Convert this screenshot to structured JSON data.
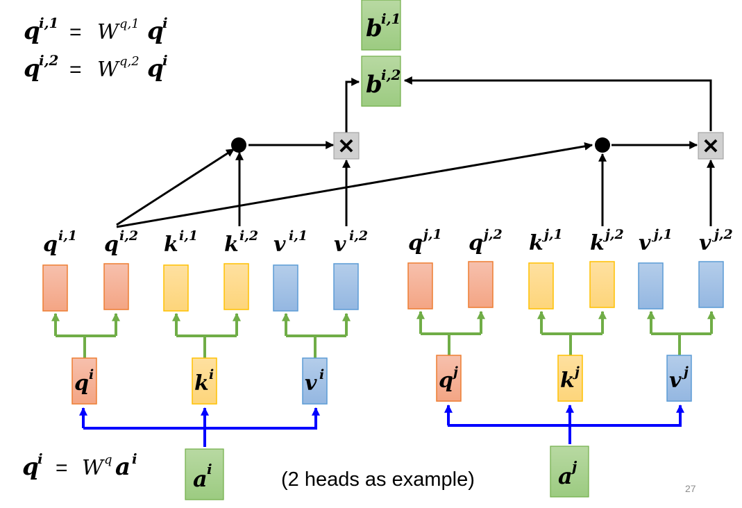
{
  "equations": {
    "top1": {
      "lhs": "q",
      "lhs_sup": "i,1",
      "eq": "=",
      "w": "W",
      "w_sup": "q,1",
      "rhs": "q",
      "rhs_sup": "i"
    },
    "top2": {
      "lhs": "q",
      "lhs_sup": "i,2",
      "eq": "=",
      "w": "W",
      "w_sup": "q,2",
      "rhs": "q",
      "rhs_sup": "i"
    },
    "bottom": {
      "lhs": "q",
      "lhs_sup": "i",
      "eq": "=",
      "w": "W",
      "w_sup": "q",
      "rhs": "a",
      "rhs_sup": "i"
    }
  },
  "outputs": [
    {
      "base": "b",
      "sup": "i,1"
    },
    {
      "base": "b",
      "sup": "i,2"
    }
  ],
  "heads_i": [
    {
      "base": "q",
      "sup": "i,1"
    },
    {
      "base": "q",
      "sup": "i,2"
    },
    {
      "base": "k",
      "sup": "i,1"
    },
    {
      "base": "k",
      "sup": "i,2"
    },
    {
      "base": "v",
      "sup": "i,1"
    },
    {
      "base": "v",
      "sup": "i,2"
    }
  ],
  "heads_j": [
    {
      "base": "q",
      "sup": "j,1"
    },
    {
      "base": "q",
      "sup": "j,2"
    },
    {
      "base": "k",
      "sup": "j,1"
    },
    {
      "base": "k",
      "sup": "j,2"
    },
    {
      "base": "v",
      "sup": "j,1"
    },
    {
      "base": "v",
      "sup": "j,2"
    }
  ],
  "vectors_i": [
    {
      "base": "q",
      "sup": "i"
    },
    {
      "base": "k",
      "sup": "i"
    },
    {
      "base": "v",
      "sup": "i"
    }
  ],
  "vectors_j": [
    {
      "base": "q",
      "sup": "j"
    },
    {
      "base": "k",
      "sup": "j"
    },
    {
      "base": "v",
      "sup": "j"
    }
  ],
  "inputs": [
    {
      "base": "a",
      "sup": "i"
    },
    {
      "base": "a",
      "sup": "j"
    }
  ],
  "multiply_symbol": "✕",
  "caption": "(2 heads as example)",
  "page_number": "27",
  "colors": {
    "q_fill": "#f4b09a",
    "q_stroke": "#ed7d31",
    "k_fill": "#fdd98a",
    "k_stroke": "#ffc000",
    "v_fill": "#a6c3e6",
    "v_stroke": "#5b9bd5",
    "out_fill": "#a9d18e",
    "out_stroke": "#70ad47",
    "split_line": "#70ad47",
    "input_line": "#0000ff",
    "mult_fill": "#d0d0d0",
    "mult_stroke": "#999999"
  }
}
